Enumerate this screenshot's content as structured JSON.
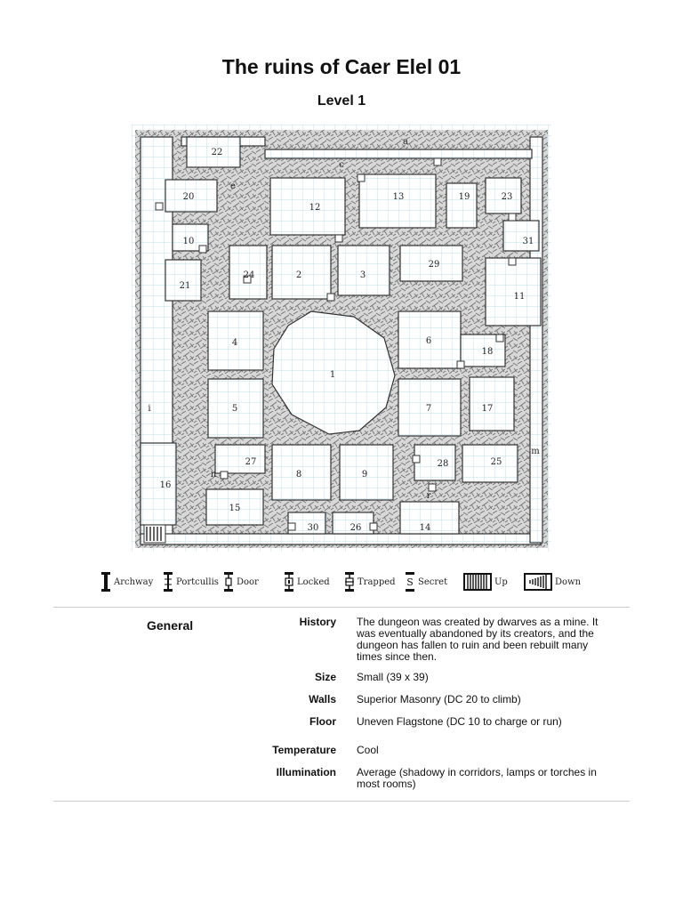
{
  "document": {
    "title": "The ruins of Caer Elel 01",
    "subtitle": "Level 1"
  },
  "map": {
    "room_numbers": [
      "1",
      "2",
      "3",
      "4",
      "5",
      "6",
      "7",
      "8",
      "9",
      "10",
      "11",
      "12",
      "13",
      "14",
      "15",
      "16",
      "17",
      "18",
      "19",
      "20",
      "21",
      "22",
      "23",
      "24",
      "25",
      "26",
      "27",
      "28",
      "29",
      "30",
      "31"
    ],
    "corridor_letters": [
      "a",
      "c",
      "e",
      "i",
      "m",
      "n",
      "r"
    ]
  },
  "legend": [
    {
      "label": "Archway",
      "icon": "archway-icon"
    },
    {
      "label": "Portcullis",
      "icon": "portcullis-icon"
    },
    {
      "label": "Door",
      "icon": "door-icon"
    },
    {
      "label": "Locked",
      "icon": "locked-door-icon"
    },
    {
      "label": "Trapped",
      "icon": "trapped-door-icon"
    },
    {
      "label": "Secret",
      "icon": "secret-door-icon"
    },
    {
      "label": "Up",
      "icon": "stairs-up-icon"
    },
    {
      "label": "Down",
      "icon": "stairs-down-icon"
    }
  ],
  "general": {
    "heading": "General",
    "rows": [
      {
        "label": "History",
        "value": "The dungeon was created by dwarves as a mine. It was eventually abandoned by its creators, and the dungeon has fallen to ruin and been rebuilt many times since then."
      },
      {
        "label": "Size",
        "value": "Small (39 x 39)"
      },
      {
        "label": "Walls",
        "value": "Superior Masonry (DC 20 to climb)"
      },
      {
        "label": "Floor",
        "value": "Uneven Flagstone (DC 10 to charge or run)"
      },
      {
        "label": "Temperature",
        "value": "Cool"
      },
      {
        "label": "Illumination",
        "value": "Average (shadowy in corridors, lamps or torches in most rooms)"
      }
    ]
  }
}
